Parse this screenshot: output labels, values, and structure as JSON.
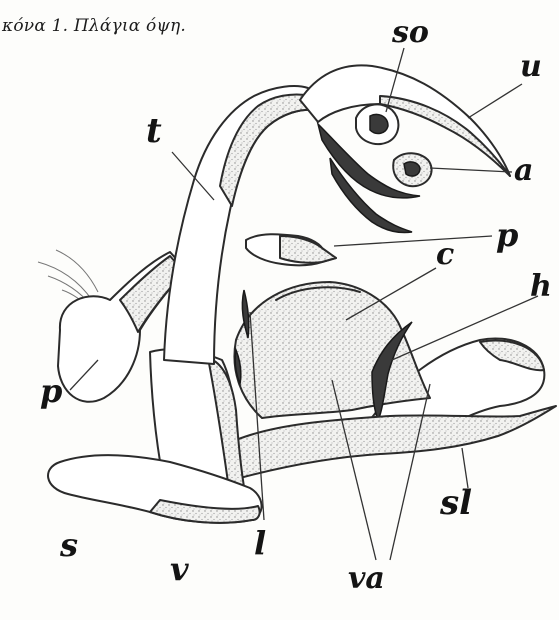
{
  "caption": "κόνα 1. Πλάγια όψη.",
  "labels": {
    "so": "so",
    "u": "u",
    "t": "t",
    "a": "a",
    "p_right": "p",
    "c": "c",
    "h": "h",
    "p_left": "p",
    "sl": "sl",
    "s": "s",
    "l": "l",
    "v": "v",
    "va": "va"
  },
  "colors": {
    "ink": "#2b2b2b",
    "paper": "#fdfdfb",
    "stipple": "#bdbdbd"
  }
}
